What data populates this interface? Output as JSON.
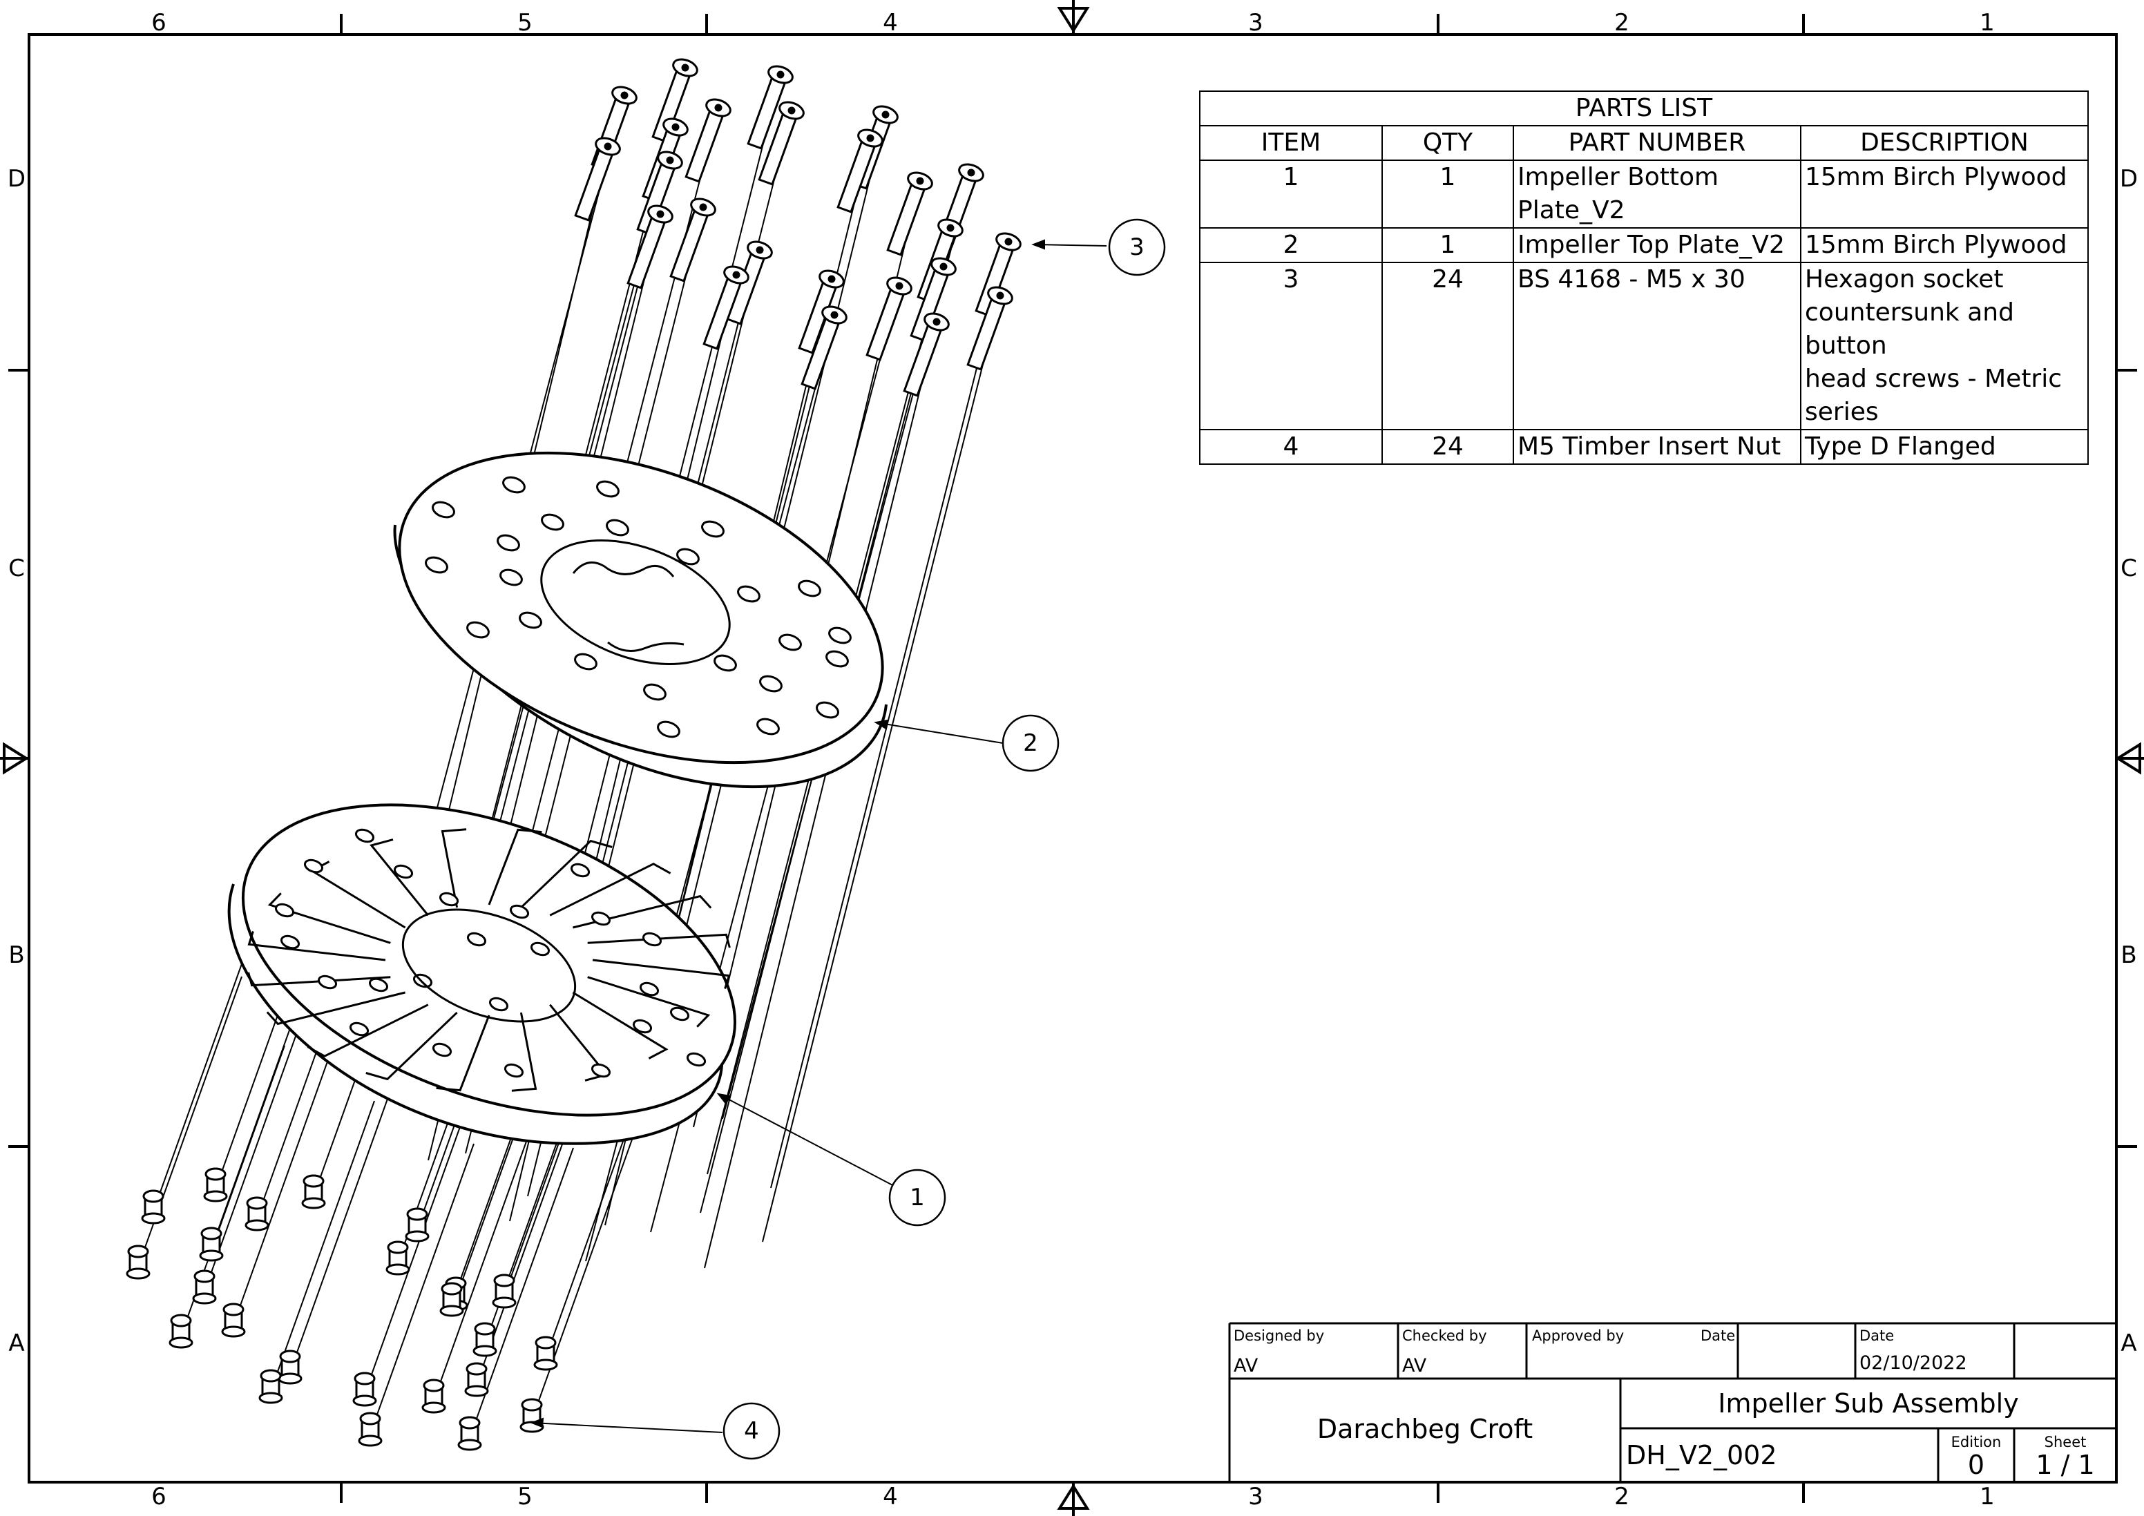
{
  "zones": {
    "columns": [
      "6",
      "5",
      "4",
      "3",
      "2",
      "1"
    ],
    "rows": [
      "D",
      "C",
      "B",
      "A"
    ]
  },
  "parts_list": {
    "title": "PARTS LIST",
    "headers": [
      "ITEM",
      "QTY",
      "PART NUMBER",
      "DESCRIPTION"
    ],
    "rows": [
      {
        "item": "1",
        "qty": "1",
        "part_number": [
          "Impeller Bottom",
          "Plate_V2"
        ],
        "description": [
          "15mm Birch Plywood"
        ]
      },
      {
        "item": "2",
        "qty": "1",
        "part_number": [
          "Impeller Top Plate_V2"
        ],
        "description": [
          "15mm Birch Plywood"
        ]
      },
      {
        "item": "3",
        "qty": "24",
        "part_number": [
          "BS 4168 - M5 x 30"
        ],
        "description": [
          "Hexagon socket",
          "countersunk and button",
          "head screws - Metric",
          "series"
        ]
      },
      {
        "item": "4",
        "qty": "24",
        "part_number": [
          "M5 Timber Insert Nut"
        ],
        "description": [
          "Type D Flanged"
        ]
      }
    ]
  },
  "balloons": [
    {
      "id": "1",
      "label": "1"
    },
    {
      "id": "2",
      "label": "2"
    },
    {
      "id": "3",
      "label": "3"
    },
    {
      "id": "4",
      "label": "4"
    }
  ],
  "title_block": {
    "designed_by_label": "Designed by",
    "designed_by": "AV",
    "checked_by_label": "Checked by",
    "checked_by": "AV",
    "approved_by_label": "Approved by",
    "date_label_1": "Date",
    "date_label_2": "Date",
    "date": "02/10/2022",
    "company": "Darachbeg Croft",
    "title": "Impeller Sub Assembly",
    "drawing_number": "DH_V2_002",
    "edition_label": "Edition",
    "edition": "0",
    "sheet_label": "Sheet",
    "sheet": "1 / 1"
  }
}
